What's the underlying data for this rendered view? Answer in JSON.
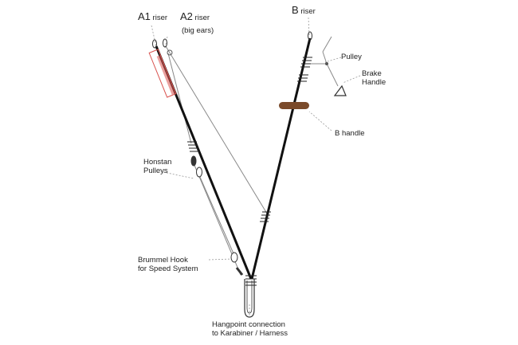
{
  "labels": {
    "a1_main": "A1",
    "a1_sub": "riser",
    "a2_main": "A2",
    "a2_sub": "riser",
    "a2_note": "(big ears)",
    "b_main": "B",
    "b_sub": "riser",
    "pulley": "Pulley",
    "brake_line1": "Brake",
    "brake_line2": "Handle",
    "b_handle": "B handle",
    "honstan_line1": "Honstan",
    "honstan_line2": "Pulleys",
    "brummel_line1": "Brummel Hook",
    "brummel_line2": "for Speed System",
    "hangpoint_line1": "Hangpoint connection",
    "hangpoint_line2": "to Karabiner / Harness"
  },
  "colors": {
    "riser": "#111111",
    "line": "#888888",
    "label_text": "#222222",
    "leader": "#9a9a9a",
    "a1_highlight": "#d9534f",
    "b_handle": "#7a4a2a"
  }
}
